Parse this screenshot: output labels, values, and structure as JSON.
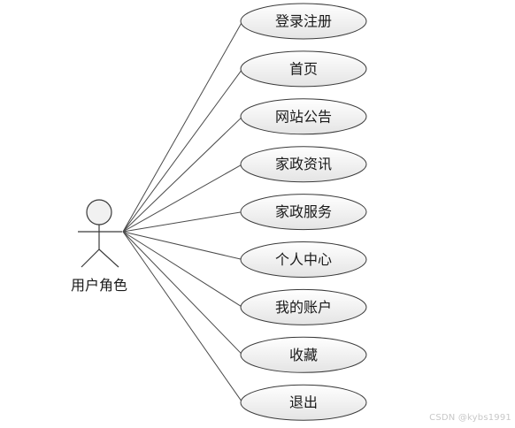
{
  "actor": {
    "label": "用户角色"
  },
  "use_cases": [
    {
      "id": "login-register",
      "label": "登录注册"
    },
    {
      "id": "home",
      "label": "首页"
    },
    {
      "id": "site-announcement",
      "label": "网站公告"
    },
    {
      "id": "housekeeping-news",
      "label": "家政资讯"
    },
    {
      "id": "housekeeping-service",
      "label": "家政服务"
    },
    {
      "id": "personal-center",
      "label": "个人中心"
    },
    {
      "id": "my-account",
      "label": "我的账户"
    },
    {
      "id": "favorites",
      "label": "收藏"
    },
    {
      "id": "logout",
      "label": "退出"
    }
  ],
  "watermark": "CSDN @kybs1991",
  "colors": {
    "ellipse_fill_top": "#ffffff",
    "ellipse_fill_bottom": "#e6e6e6",
    "stroke": "#3a3a3a"
  }
}
